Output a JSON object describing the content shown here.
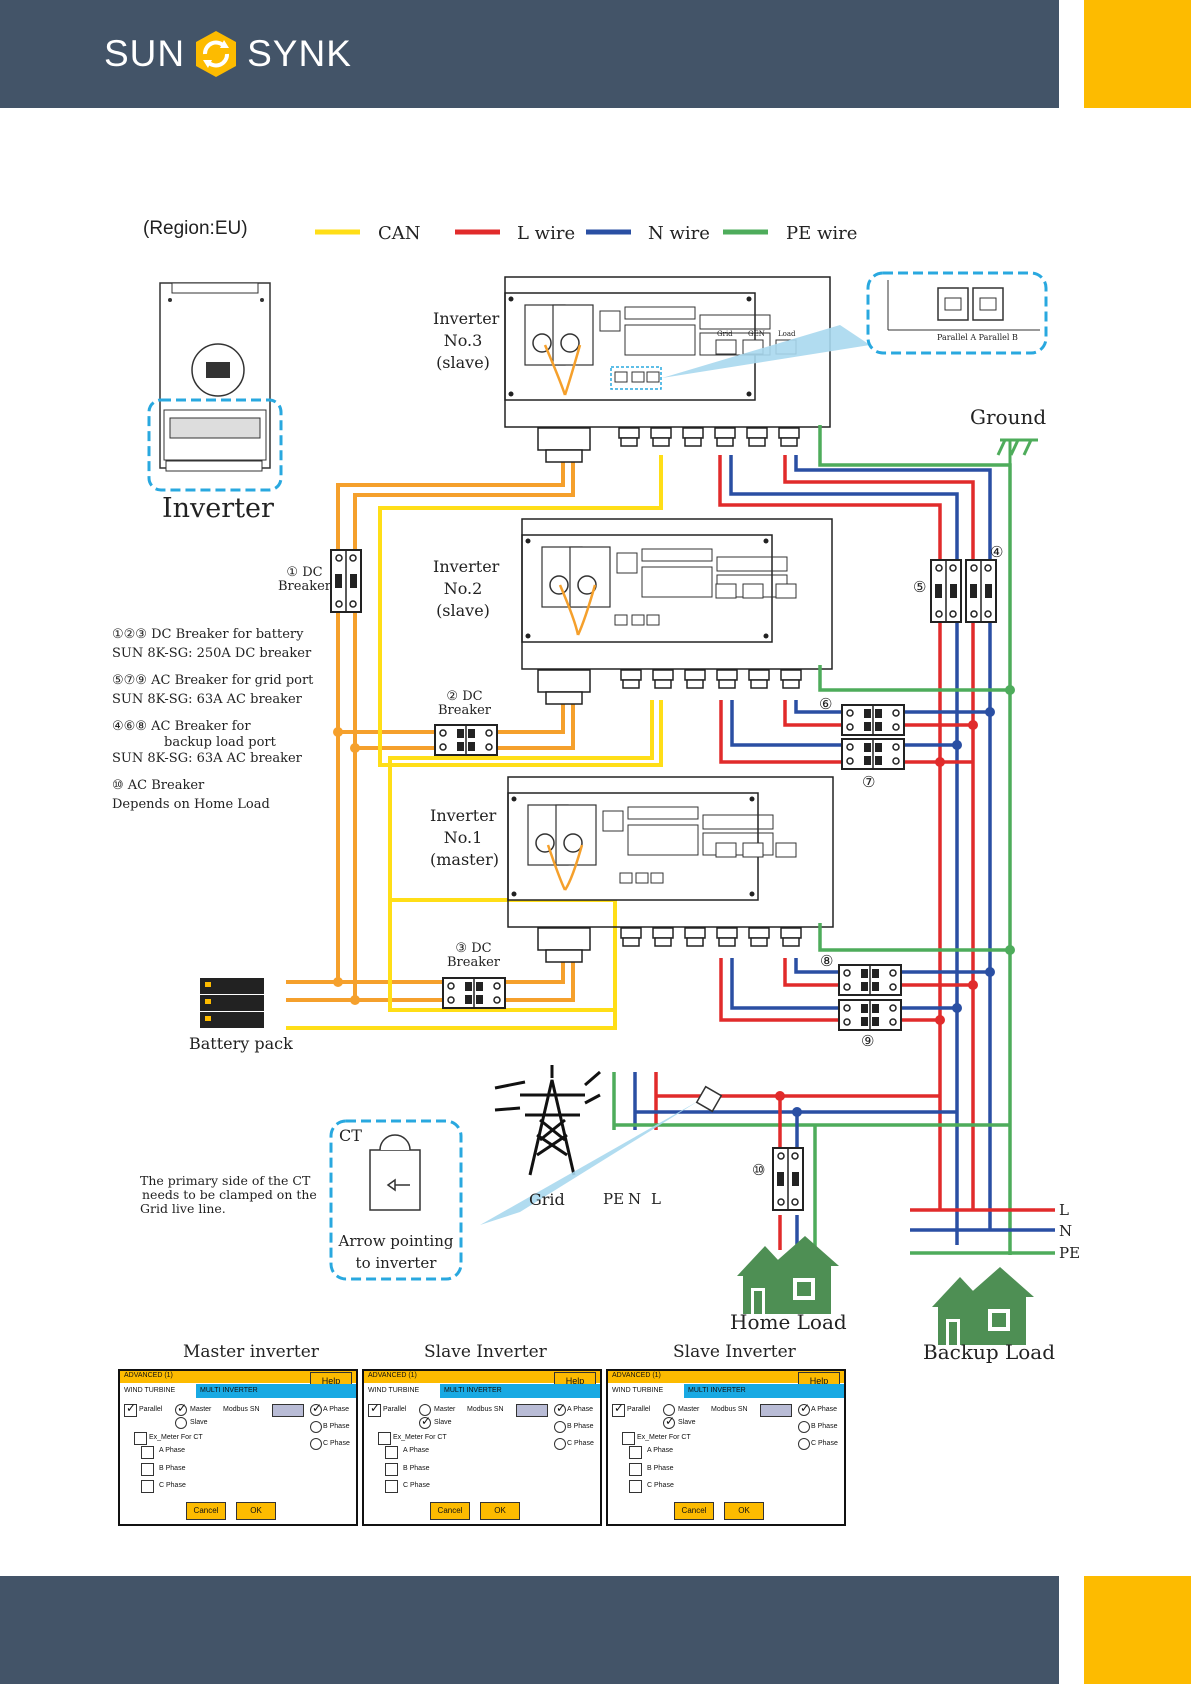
{
  "header": {
    "logo_left": "SUN",
    "logo_right": "SYNK"
  },
  "legend": {
    "region": "(Region:EU)",
    "items": [
      {
        "label": "CAN",
        "color": "#ffde17"
      },
      {
        "label": "L wire",
        "color": "#e12b2b"
      },
      {
        "label": "N wire",
        "color": "#2a4fa3"
      },
      {
        "label": "PE wire",
        "color": "#4eac5b"
      }
    ]
  },
  "inverters": [
    {
      "line1": "Inverter",
      "line2": "No.3",
      "line3": "(slave)"
    },
    {
      "line1": "Inverter",
      "line2": "No.2",
      "line3": "(slave)"
    },
    {
      "line1": "Inverter",
      "line2": "No.1",
      "line3": "(master)"
    }
  ],
  "inverter_image_label": "Inverter",
  "parallel_ports": "Parallel A  Parallel B",
  "terminal_labels": {
    "grid": "Grid",
    "gen": "GEN",
    "load": "Load"
  },
  "ground_label": "Ground",
  "breakers": {
    "b1": "① DC",
    "b1b": "Breaker",
    "b2": "② DC",
    "b2b": "Breaker",
    "b3": "③ DC",
    "b3b": "Breaker",
    "n4": "④",
    "n5": "⑤",
    "n6": "⑥",
    "n7": "⑦",
    "n8": "⑧",
    "n9": "⑨",
    "n10": "⑩"
  },
  "notes": [
    "①②③ DC Breaker for battery",
    "SUN 8K-SG: 250A DC breaker",
    "⑤⑦⑨ AC Breaker for grid port",
    "SUN 8K-SG: 63A AC breaker",
    "④⑥⑧ AC Breaker for",
    "backup load port",
    "SUN 8K-SG: 63A AC breaker",
    "⑩ AC Breaker",
    "Depends on Home Load"
  ],
  "battery_label": "Battery pack",
  "ct": {
    "label": "CT",
    "arrow1": "Arrow pointing",
    "arrow2": "to inverter",
    "note1": "The primary side of the CT",
    "note2": "needs to be clamped on the",
    "note3": "Grid live line."
  },
  "grid": {
    "label": "Grid",
    "pe": "PE",
    "n": "N",
    "l": "L"
  },
  "loads": {
    "home": "Home Load",
    "backup": "Backup Load",
    "l": "L",
    "n": "N",
    "pe": "PE"
  },
  "panels": [
    {
      "caption": "Master inverter",
      "master_checked": true,
      "slave_checked": false
    },
    {
      "caption": "Slave Inverter",
      "master_checked": false,
      "slave_checked": true
    },
    {
      "caption": "Slave Inverter",
      "master_checked": false,
      "slave_checked": true
    }
  ],
  "panel_text": {
    "title": "ADVANCED (1)",
    "help": "Help",
    "tab1": "WIND TURBINE",
    "tab2": "MULTI INVERTER",
    "parallel": "Parallel",
    "master": "Master",
    "slave": "Slave",
    "modbus": "Modbus SN",
    "aphase": "A Phase",
    "bphase": "B Phase",
    "cphase": "C Phase",
    "exmeter": "Ex_Meter For CT",
    "cancel": "Cancel",
    "ok": "OK"
  }
}
